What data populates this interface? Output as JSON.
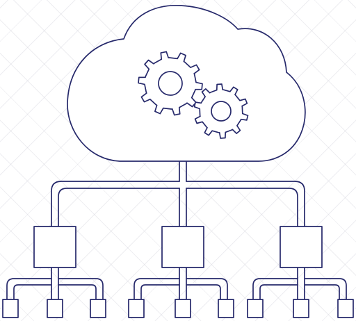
{
  "diagram": {
    "subject": "cloud-computing-hierarchy",
    "icons": {
      "cloud": "cloud-icon",
      "gear_large": "gear-icon",
      "gear_small": "gear-icon",
      "server_node": "server-node-icon",
      "client_node": "client-node-icon"
    },
    "levels": {
      "cloud_count": 1,
      "server_count": 3,
      "clients_per_server": 3
    },
    "colors": {
      "stroke": "#26296b",
      "fill": "#ffffff",
      "pattern": "#cdcdd7"
    }
  }
}
